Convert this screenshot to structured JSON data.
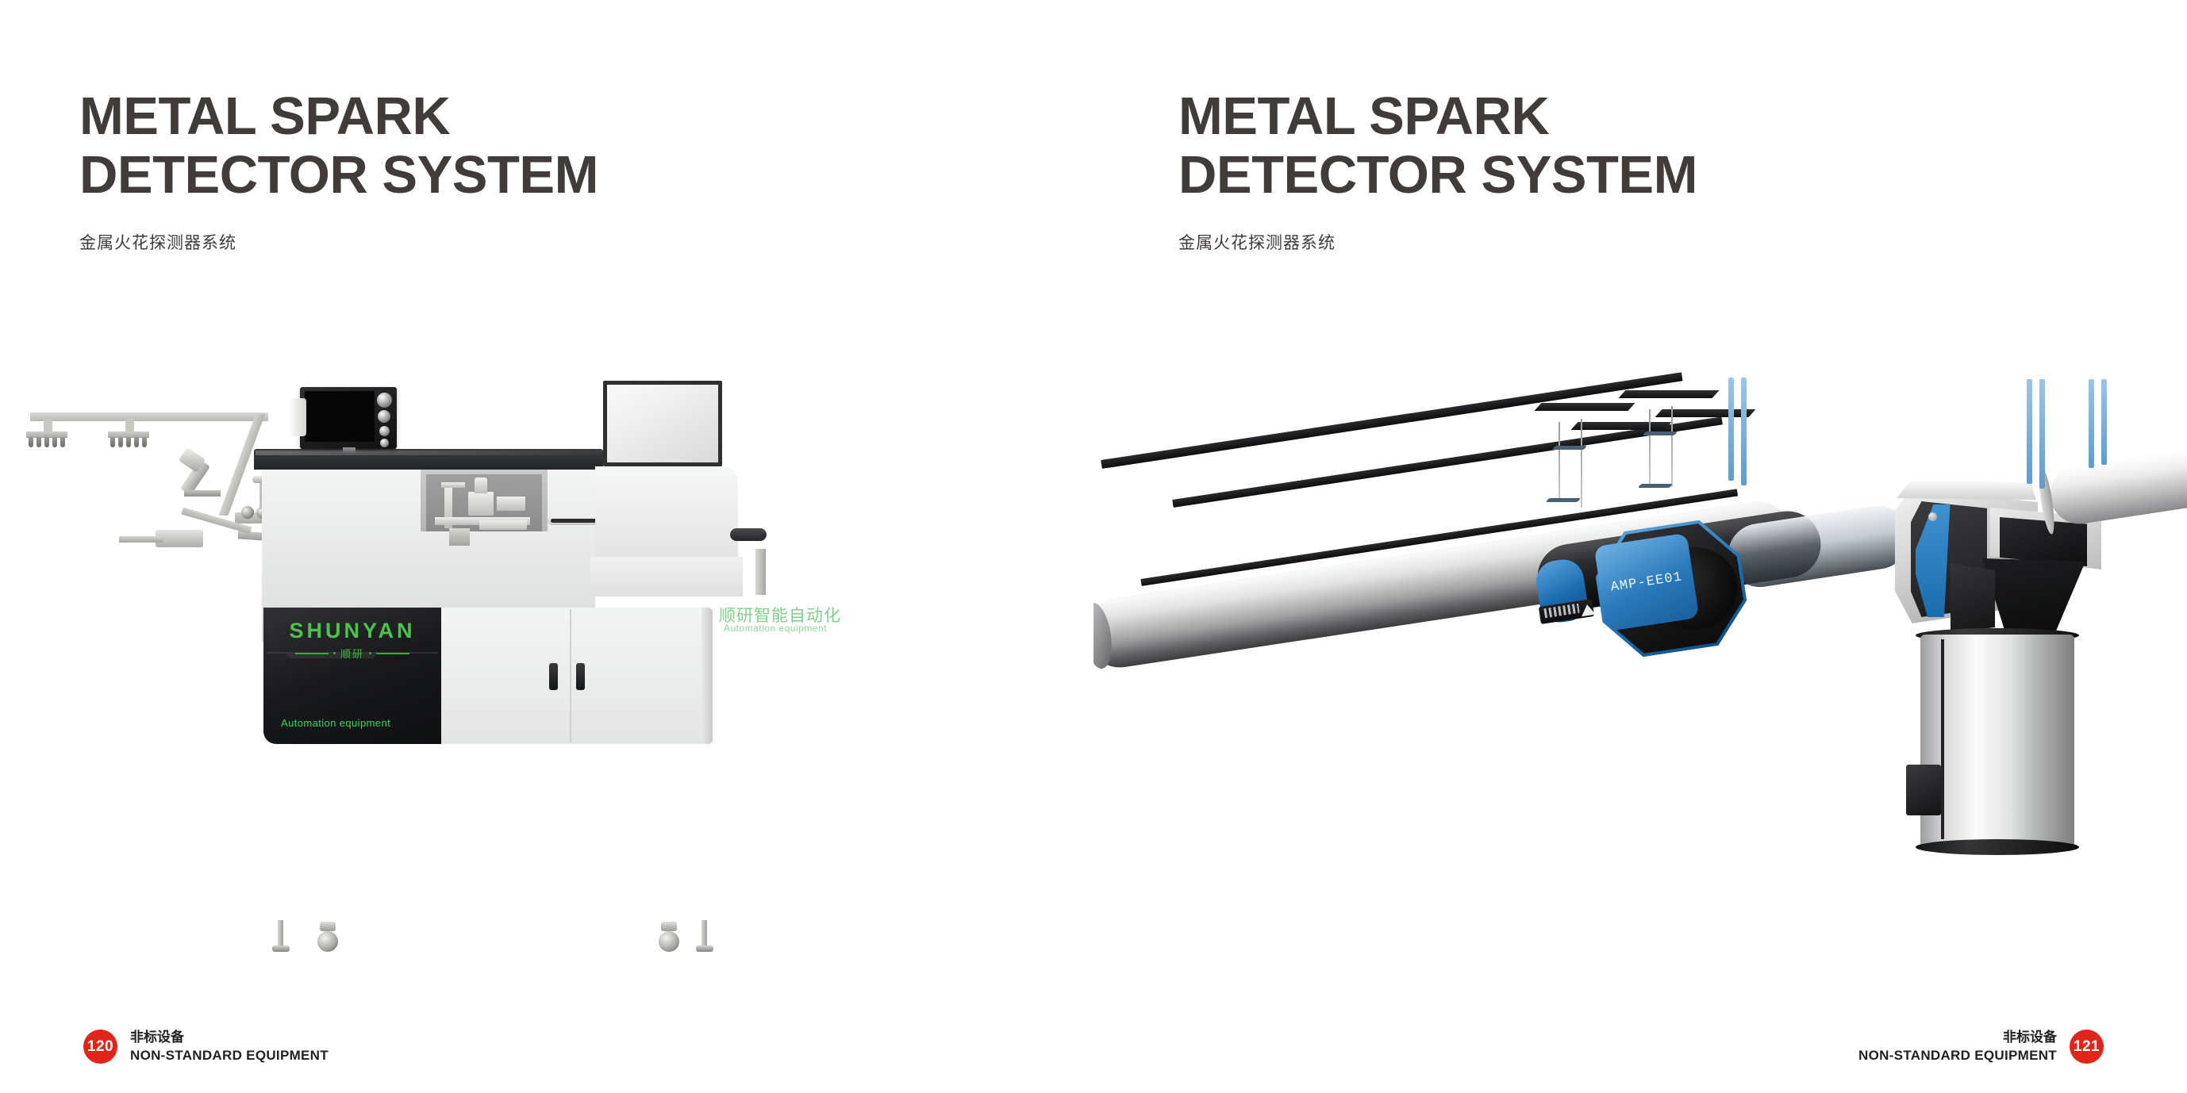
{
  "document": {
    "type": "product-catalog-spread",
    "colors": {
      "title": "#413C3A",
      "badge_red": "#E1251B",
      "brand_green": "#4CC24F",
      "accent_blue": "#1D6FB4",
      "background": "#FFFFFF"
    }
  },
  "left_page": {
    "title_line1": "METAL SPARK",
    "title_line2": "DETECTOR SYSTEM",
    "subtitle": "金属火花探测器系统",
    "product": {
      "name": "metal-spark-inspection-machine",
      "brand_name": "SHUNYAN",
      "brand_cn": "顺研",
      "panel_cn": "顺研智能自动化",
      "panel_en": "Automation equipment",
      "cabinet_label": "Automation equipment"
    },
    "footer": {
      "page_number": "120",
      "label_cn": "非标设备",
      "label_en": "NON-STANDARD EQUIPMENT"
    }
  },
  "right_page": {
    "title_line1": "METAL SPARK",
    "title_line2": "DETECTOR SYSTEM",
    "subtitle": "金属火花探测器系统",
    "product": {
      "name": "duct-mounted-spark-detector",
      "sensor_model": "AMP-EE01"
    },
    "footer": {
      "page_number": "121",
      "label_cn": "非标设备",
      "label_en": "NON-STANDARD EQUIPMENT"
    }
  }
}
